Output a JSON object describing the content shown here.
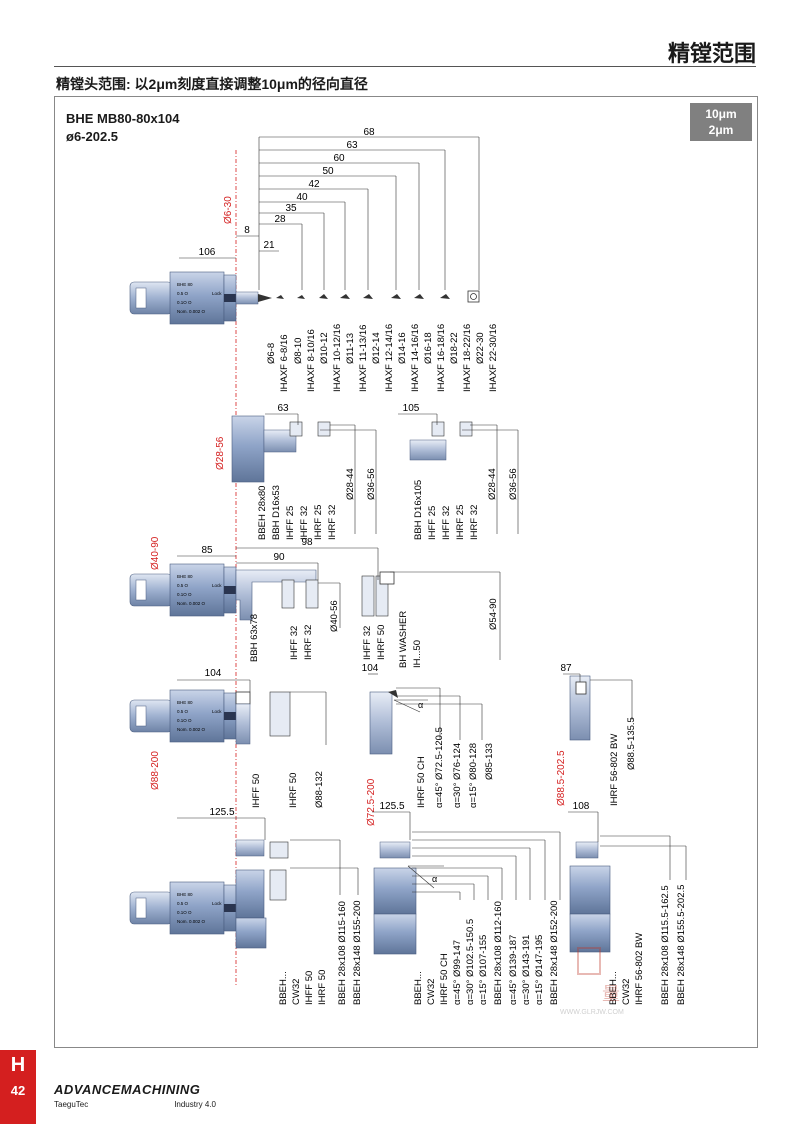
{
  "page": {
    "title": "精镗范围",
    "subtitle": "精镗头范围: 以2μm刻度直接调整10μm的径向直径",
    "model_line1": "BHE MB80-80x104",
    "model_line2": "ø6-202.5",
    "badge_line1": "10μm",
    "badge_line2": "2μm",
    "tab_letter": "H",
    "page_number": "42",
    "brand_logo": "ADVANCEMACHINING",
    "brand_company": "TaeguTec",
    "brand_industry": "Industry 4.0"
  },
  "colors": {
    "accent": "#d41f1f",
    "head_body": "#8fa4c8",
    "badge": "#808080",
    "tab": "#d41f1f"
  },
  "sections": [
    {
      "range_label": "Ø6-30",
      "dims": [
        "68",
        "63",
        "60",
        "50",
        "42",
        "40",
        "35",
        "28",
        "8",
        "21",
        "106"
      ],
      "labels": [
        "Ø6-8",
        "IHAXF  6-8/16",
        "Ø8-10",
        "IHAXF  8-10/16",
        "Ø10-12",
        "IHAXF  10-12/16",
        "Ø11-13",
        "IHAXF  11-13/16",
        "Ø12-14",
        "IHAXF  12-14/16",
        "Ø14-16",
        "IHAXF  14-16/16",
        "Ø16-18",
        "IHAXF  16-18/16",
        "Ø18-22",
        "IHAXF  18-22/16",
        "Ø22-30",
        "IHAXF  22-30/16"
      ]
    },
    {
      "range_label": "Ø28-56",
      "dims": [
        "63",
        "105"
      ],
      "labels": [
        "BBEH 28x80",
        "BBH D16x53",
        "IHFF 25",
        "IHFF 32",
        "IHRF 25",
        "IHRF 32",
        "Ø28-44",
        "Ø36-56",
        "BBH D16x105",
        "IHFF 25",
        "IHFF 32",
        "IHRF 25",
        "IHRF 32",
        "Ø28-44",
        "Ø36-56"
      ]
    },
    {
      "range_label": "Ø40-90",
      "dims": [
        "85",
        "90",
        "98"
      ],
      "labels": [
        "BBH 63x78",
        "IHFF 32",
        "IHRF 32",
        "Ø40-56",
        "IHFF 32",
        "IHRF 50",
        "BH WASHER",
        "IH...50",
        "Ø54-90"
      ]
    },
    {
      "range_label": "Ø88-200",
      "dims": [
        "104"
      ],
      "labels": [
        "IHFF 50",
        "IHRF 50",
        "Ø88-132"
      ]
    },
    {
      "range_label": "Ø72.5-200",
      "dims": [
        "104"
      ],
      "labels": [
        "IHRF 50 CH",
        "α=45°  Ø72.5-120.5",
        "α=30°  Ø76-124",
        "α=15°  Ø80-128",
        "Ø85-133"
      ]
    },
    {
      "range_label": "Ø88.5-202.5",
      "dims": [
        "87"
      ],
      "labels": [
        "IHRF 56-802  BW",
        "Ø88.5-135.5"
      ]
    },
    {
      "range_label": "",
      "dims": [
        "125.5",
        "125.5",
        "108"
      ],
      "labels_a": [
        "BBEH...",
        "CW32",
        "IHFF 50",
        "IHRF 50",
        "BBEH 28x108  Ø115-160",
        "BBEH 28x148  Ø155-200"
      ],
      "labels_b": [
        "BBEH...",
        "CW32",
        "IHRF 50 CH",
        "α=45°  Ø99-147",
        "α=30°  Ø102.5-150.5",
        "α=15°  Ø107-155",
        "BBEH 28x108  Ø112-160",
        "α=45°  Ø139-187",
        "α=30°  Ø143-191",
        "α=15°  Ø147-195",
        "BBEH 28x148  Ø152-200"
      ],
      "labels_c": [
        "BBEH...",
        "CW32",
        "IHRF 56-802  BW",
        "BBEH 28x108  Ø115.5-162.5",
        "BBEH 28x148  Ø155.5-202.5"
      ]
    }
  ],
  "head_label": {
    "l1": "BHE 80",
    "l2": "0.5 O",
    "l3": "0.1O O",
    "l4": "Nom. 0.002 O",
    "lock": "Lock"
  },
  "watermark": {
    "glyph": "量",
    "url": "WWW.GLRJW.COM"
  }
}
